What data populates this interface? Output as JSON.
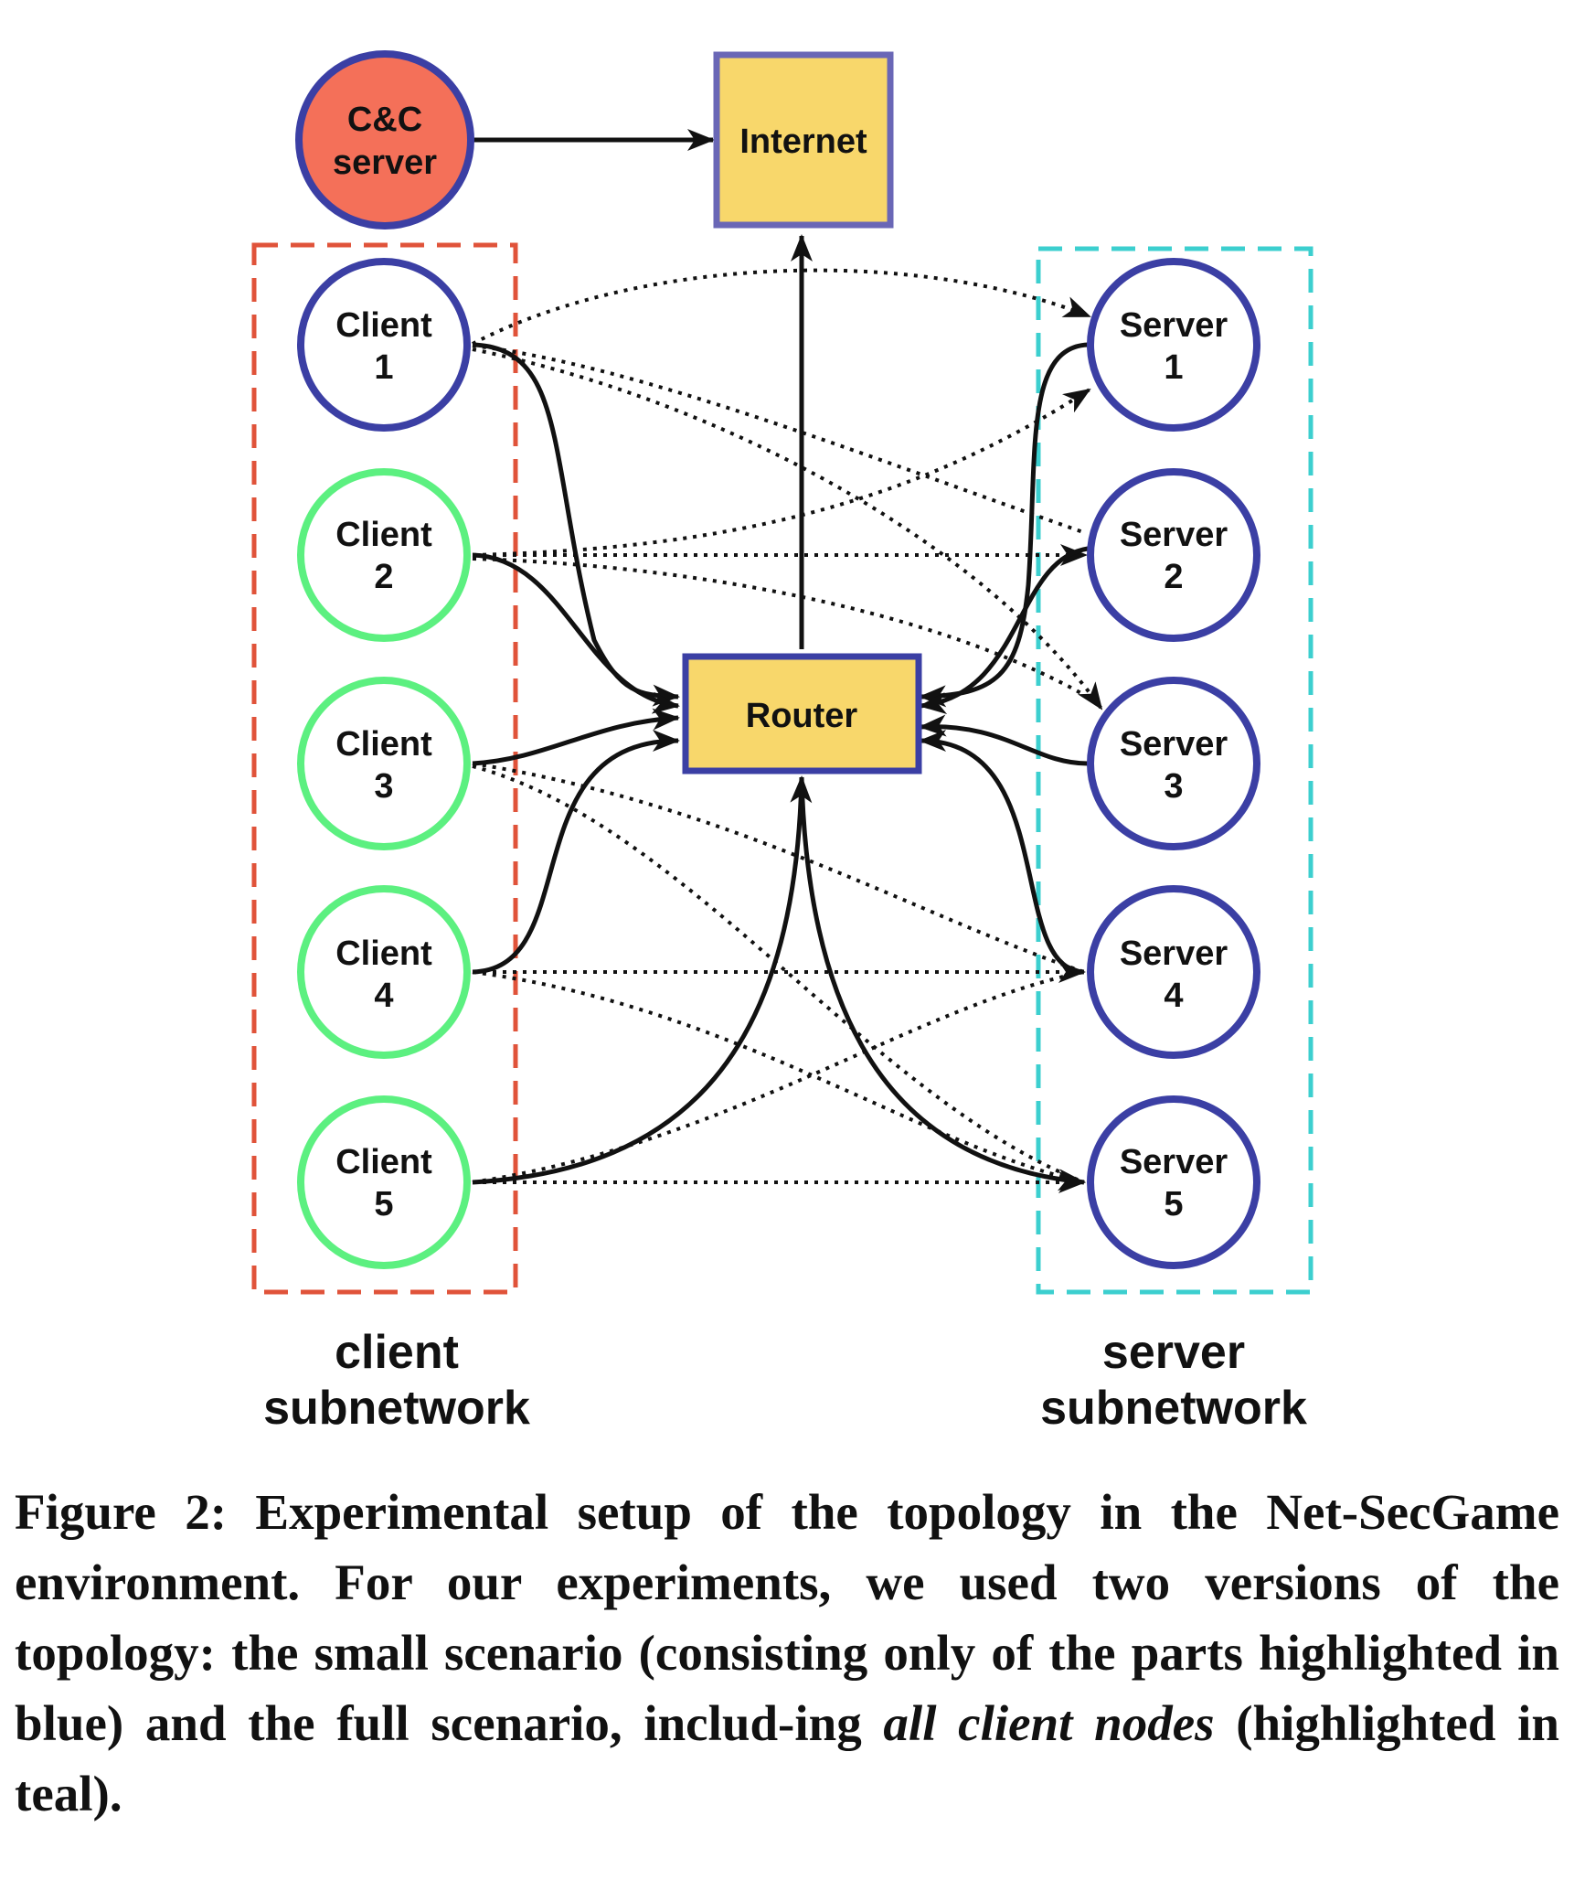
{
  "nodes": {
    "cc_server": {
      "line1": "C&C",
      "line2": "server"
    },
    "internet": {
      "label": "Internet"
    },
    "router": {
      "label": "Router"
    },
    "clients": [
      {
        "line1": "Client",
        "line2": "1"
      },
      {
        "line1": "Client",
        "line2": "2"
      },
      {
        "line1": "Client",
        "line2": "3"
      },
      {
        "line1": "Client",
        "line2": "4"
      },
      {
        "line1": "Client",
        "line2": "5"
      }
    ],
    "servers": [
      {
        "line1": "Server",
        "line2": "1"
      },
      {
        "line1": "Server",
        "line2": "2"
      },
      {
        "line1": "Server",
        "line2": "3"
      },
      {
        "line1": "Server",
        "line2": "4"
      },
      {
        "line1": "Server",
        "line2": "5"
      }
    ]
  },
  "groups": {
    "client": {
      "line1": "client",
      "line2": "subnetwork"
    },
    "server": {
      "line1": "server",
      "line2": "subnetwork"
    }
  },
  "colors": {
    "cc_fill": "#f47059",
    "node_border_blue": "#3b3fa4",
    "client_green": "#5cf080",
    "box_fill": "#f8d76b",
    "box_border": "#6a67b6",
    "client_group_border": "#e0533a",
    "server_group_border": "#3ccfcf"
  },
  "caption": {
    "prefix": "Figure 2: Experimental setup of the topology in the Net-SecGame environment. For our experiments, we used two versions of the topology: the small scenario (consisting only of the parts highlighted in blue) and the full scenario, includ-ing ",
    "emphasis": "all client nodes",
    "suffix": " (highlighted in teal)."
  }
}
